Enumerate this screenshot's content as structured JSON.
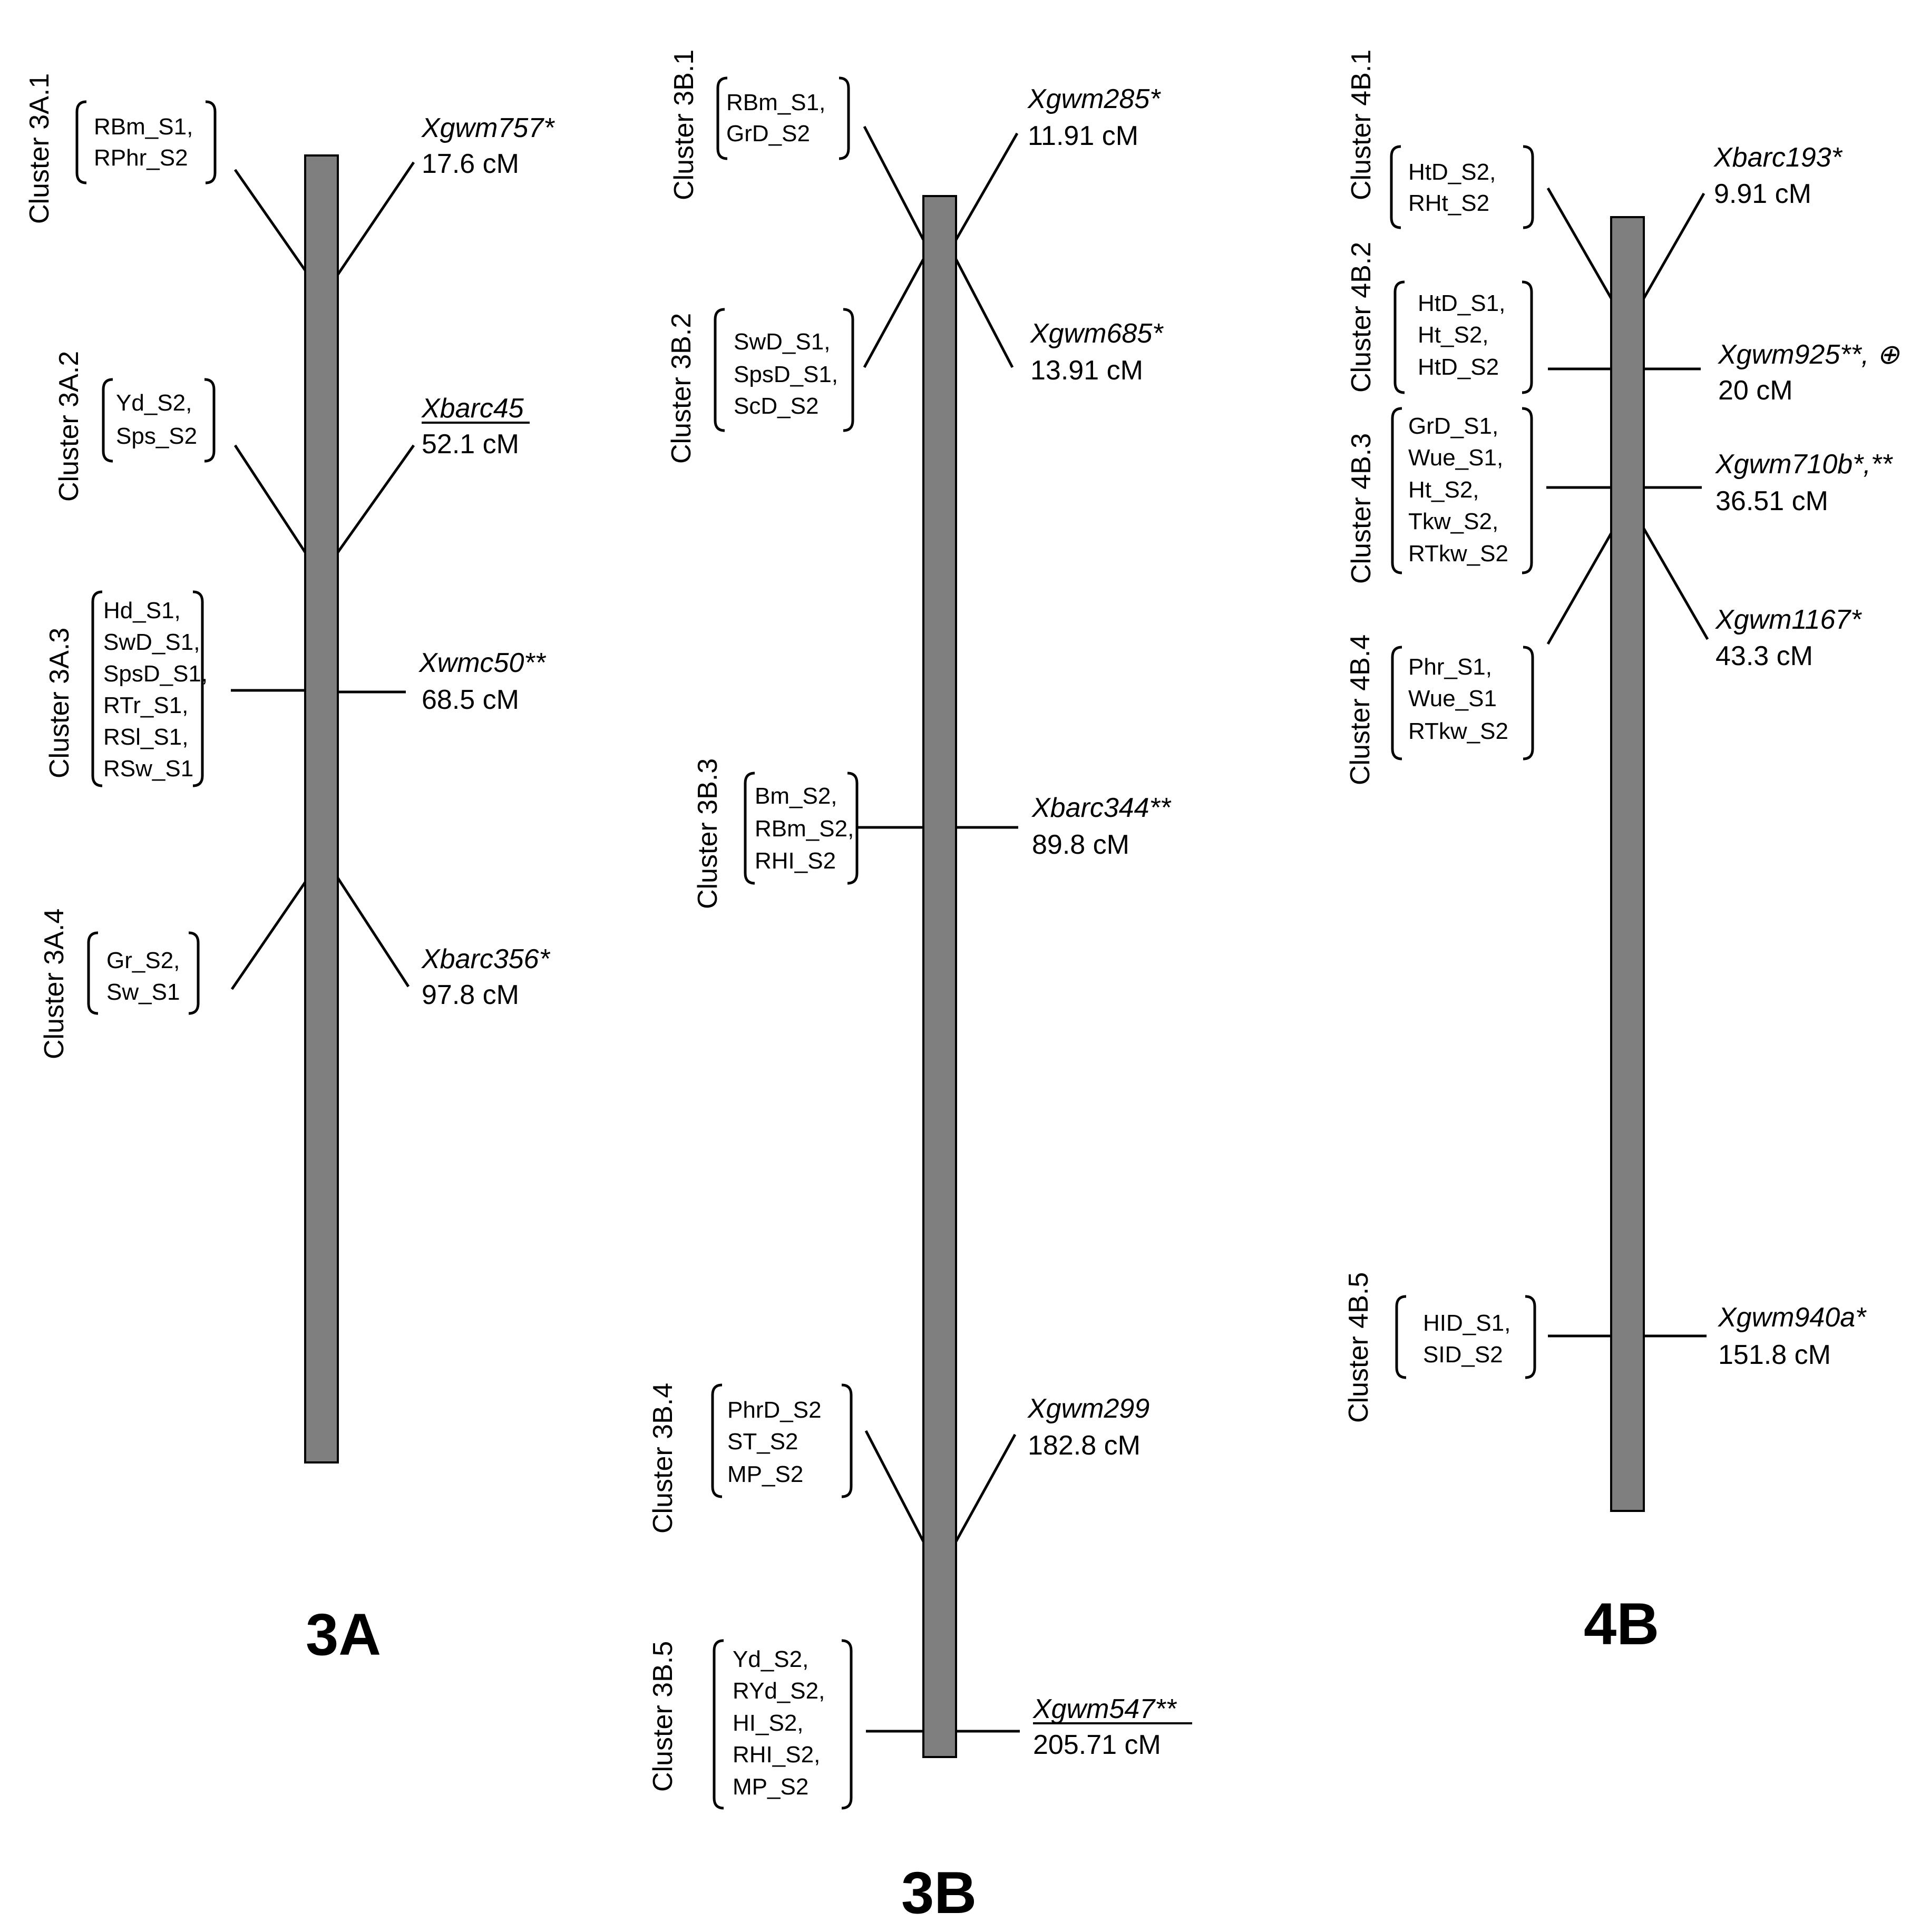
{
  "chromosomes": [
    {
      "name": "3A",
      "clusters": [
        {
          "label": "Cluster 3A.1",
          "traits": [
            "RBm_S1,",
            "RPhr_S2"
          ]
        },
        {
          "label": "Cluster 3A.2",
          "traits": [
            "Yd_S2,",
            "Sps_S2"
          ]
        },
        {
          "label": "Cluster 3A.3",
          "traits": [
            "Hd_S1,",
            "SwD_S1,",
            "SpsD_S1,",
            "RTr_S1,",
            "RSl_S1,",
            "RSw_S1"
          ]
        },
        {
          "label": "Cluster 3A.4",
          "traits": [
            "Gr_S2,",
            "Sw_S1"
          ]
        }
      ],
      "markers": [
        {
          "name": "Xgwm757*",
          "position": "17.6 cM",
          "underline": false
        },
        {
          "name": "Xbarc45",
          "position": "52.1 cM",
          "underline": true
        },
        {
          "name": "Xwmc50**",
          "position": "68.5 cM",
          "underline": false
        },
        {
          "name": "Xbarc356*",
          "position": "97.8 cM",
          "underline": false
        }
      ]
    },
    {
      "name": "3B",
      "clusters": [
        {
          "label": "Cluster 3B.1",
          "traits": [
            "RBm_S1,",
            "GrD_S2"
          ]
        },
        {
          "label": "Cluster 3B.2",
          "traits": [
            "SwD_S1,",
            "SpsD_S1,",
            "ScD_S2"
          ]
        },
        {
          "label": "Cluster 3B.3",
          "traits": [
            "Bm_S2,",
            "RBm_S2,",
            "RHI_S2"
          ]
        },
        {
          "label": "Cluster 3B.4",
          "traits": [
            "PhrD_S2",
            "ST_S2",
            "MP_S2"
          ]
        },
        {
          "label": "Cluster 3B.5",
          "traits": [
            "Yd_S2,",
            "RYd_S2,",
            "HI_S2,",
            "RHI_S2,",
            "MP_S2"
          ]
        }
      ],
      "markers": [
        {
          "name": "Xgwm285*",
          "position": "11.91 cM",
          "underline": false
        },
        {
          "name": "Xgwm685*",
          "position": "13.91 cM",
          "underline": false
        },
        {
          "name": "Xbarc344**",
          "position": "89.8 cM",
          "underline": false
        },
        {
          "name": "Xgwm299",
          "position": "182.8 cM",
          "underline": false
        },
        {
          "name": "Xgwm547**",
          "position": "205.71 cM",
          "underline": true
        }
      ]
    },
    {
      "name": "4B",
      "clusters": [
        {
          "label": "Cluster 4B.1",
          "traits": [
            "HtD_S2,",
            "RHt_S2"
          ]
        },
        {
          "label": "Cluster 4B.2",
          "traits": [
            "HtD_S1,",
            "Ht_S2,",
            "HtD_S2"
          ]
        },
        {
          "label": "Cluster 4B.3",
          "traits": [
            "GrD_S1,",
            "Wue_S1,",
            "Ht_S2,",
            "Tkw_S2,",
            "RTkw_S2"
          ]
        },
        {
          "label": "Cluster 4B.4",
          "traits": [
            "Phr_S1,",
            "Wue_S1",
            "RTkw_S2"
          ]
        },
        {
          "label": "Cluster 4B.5",
          "traits": [
            "HID_S1,",
            "SID_S2"
          ]
        }
      ],
      "markers": [
        {
          "name": "Xbarc193*",
          "position": "9.91 cM",
          "underline": false
        },
        {
          "name": "Xgwm925**, ⊕",
          "position": "20 cM",
          "underline": false
        },
        {
          "name": "Xgwm710b*,**",
          "position": "36.51 cM",
          "underline": false
        },
        {
          "name": "Xgwm1167*",
          "position": "43.3 cM",
          "underline": false
        },
        {
          "name": "Xgwm940a*",
          "position": "151.8 cM",
          "underline": false
        }
      ]
    }
  ],
  "colors": {
    "chromosome_fill": "#7f7f7f",
    "stroke": "#000000",
    "background": "#ffffff"
  }
}
